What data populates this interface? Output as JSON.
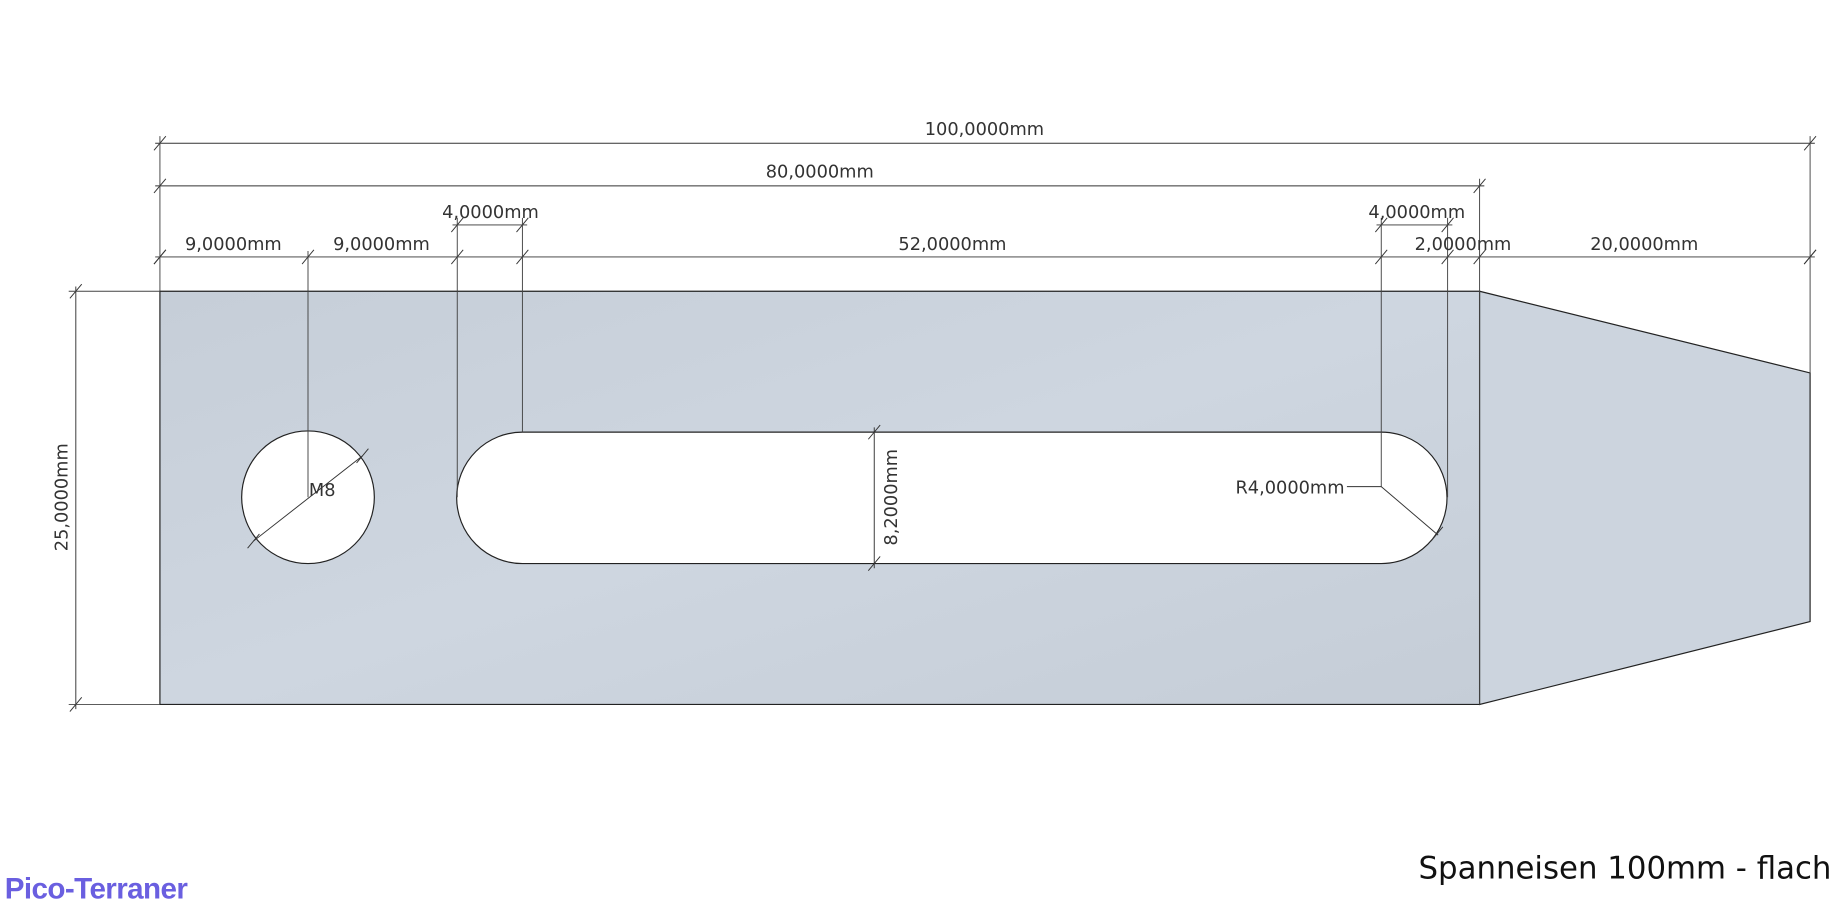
{
  "drawing": {
    "title": "Spanneisen 100mm - flach",
    "logo": "Pico-Terraner",
    "colors": {
      "part_fill": "#cbd3dc",
      "logo": "#6a5fe0"
    },
    "dimensions": {
      "overall_length": "100,0000mm",
      "flat_length": "80,0000mm",
      "slot_radius_left": "4,0000mm",
      "slot_radius_right": "4,0000mm",
      "hole_offset": "9,0000mm",
      "hole_to_slot": "9,0000mm",
      "slot_straight": "52,0000mm",
      "slot_to_edge": "2,0000mm",
      "taper_length": "20,0000mm",
      "height": "25,0000mm",
      "slot_width": "8,2000mm",
      "thread": "M8",
      "slot_end_radius": "R4,0000mm"
    }
  }
}
